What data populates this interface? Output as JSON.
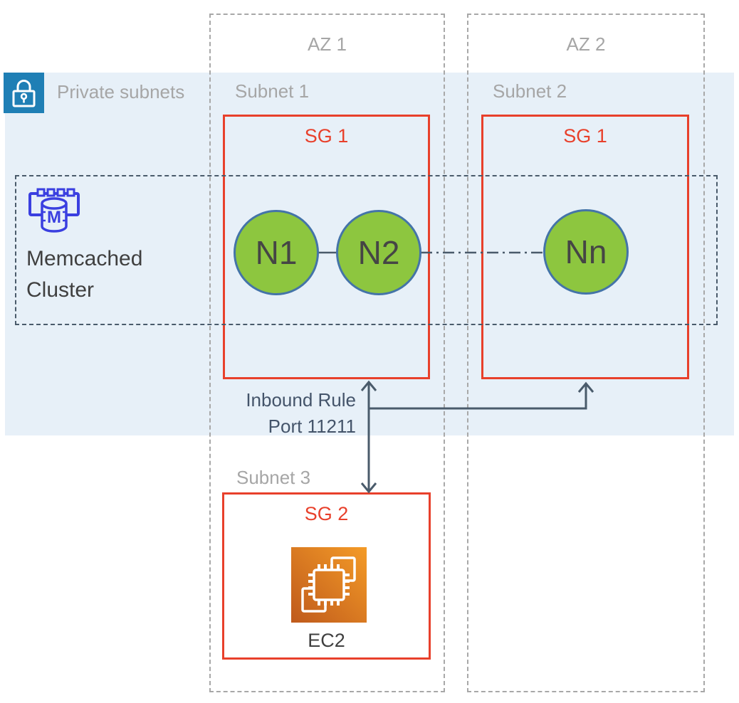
{
  "private_subnets": {
    "label": "Private subnets"
  },
  "availability_zones": [
    {
      "label": "AZ 1",
      "subnet_label": "Subnet 1",
      "security_group_label": "SG 1"
    },
    {
      "label": "AZ 2",
      "subnet_label": "Subnet 2",
      "security_group_label": "SG 1"
    }
  ],
  "memcached_cluster": {
    "label_line1": "Memcached",
    "label_line2": "Cluster",
    "nodes": [
      {
        "label": "N1"
      },
      {
        "label": "N2"
      },
      {
        "label": "Nn"
      }
    ]
  },
  "connection": {
    "rule_line1": "Inbound Rule",
    "rule_line2": "Port 11211"
  },
  "client_subnet": {
    "label": "Subnet 3",
    "security_group_label": "SG 2",
    "instance_label": "EC2"
  },
  "icons": {
    "lock": "lock-icon",
    "memcached": "memcached-icon",
    "ec2": "ec2-instance-icon"
  },
  "colors": {
    "subnet_band": "#e7f0f8",
    "lock_blue": "#1f7fb5",
    "label_gray": "#a6a6a6",
    "security_group_red": "#e8402b",
    "node_green": "#8dc63f",
    "node_border_blue": "#4474a8",
    "cluster_slate": "#4a5b6b",
    "rule_text": "#44546a",
    "text_dark": "#3f3f3f",
    "memcached_indigo": "#3a3fe0",
    "ec2_gradient_dark": "#bf5a1c",
    "ec2_gradient_light": "#f49b27"
  }
}
